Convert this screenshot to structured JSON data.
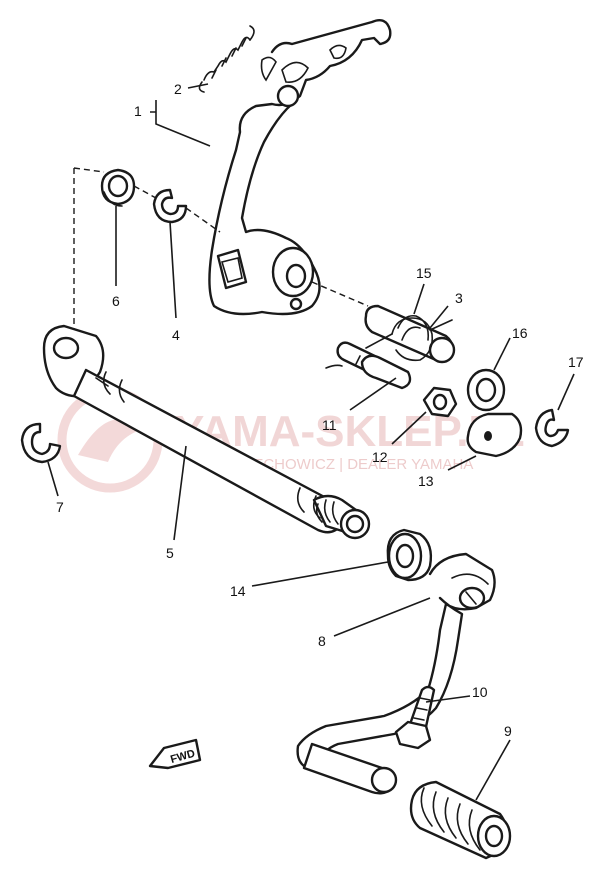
{
  "diagram": {
    "part_numbers": [
      "1",
      "2",
      "3",
      "4",
      "5",
      "6",
      "7",
      "8",
      "9",
      "10",
      "11",
      "12",
      "13",
      "14",
      "15",
      "16",
      "17"
    ],
    "direction_label": "FWD"
  },
  "watermark": {
    "title": "YAMA-SKLEP.PL",
    "subtitle": "WOJCIECHOWICZ | DEALER YAMAHA"
  },
  "colors": {
    "ink": "#1a1a1a",
    "watermark": "#e7b6b6"
  }
}
